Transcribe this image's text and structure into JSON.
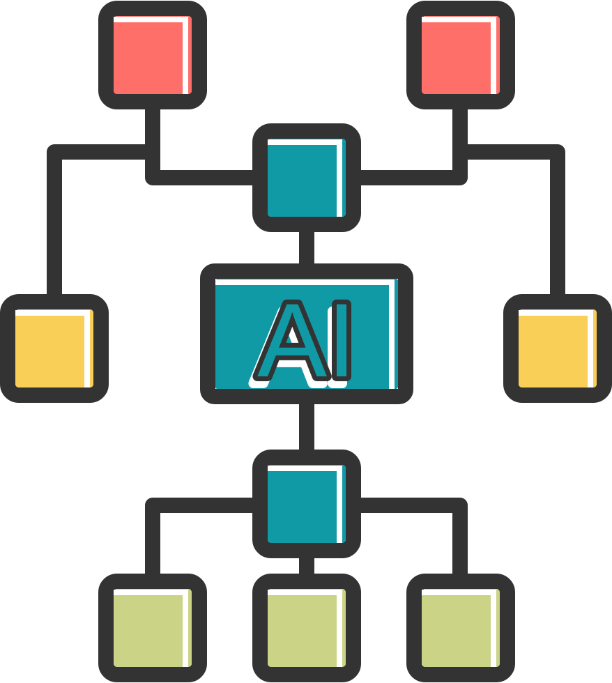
{
  "center_label": "AI",
  "colors": {
    "outline": "#333333",
    "red": "#ff6f69",
    "teal": "#0f9aa6",
    "yellow": "#f9cf58",
    "olive": "#cbd486",
    "highlight": "#ffffff"
  },
  "nodes": [
    {
      "name": "top-left-node",
      "fill": "red"
    },
    {
      "name": "top-right-node",
      "fill": "red"
    },
    {
      "name": "upper-center-node",
      "fill": "teal"
    },
    {
      "name": "left-node",
      "fill": "yellow"
    },
    {
      "name": "right-node",
      "fill": "yellow"
    },
    {
      "name": "ai-center-node",
      "fill": "teal"
    },
    {
      "name": "lower-center-node",
      "fill": "teal"
    },
    {
      "name": "bottom-left-node",
      "fill": "olive"
    },
    {
      "name": "bottom-center-node",
      "fill": "olive"
    },
    {
      "name": "bottom-right-node",
      "fill": "olive"
    }
  ]
}
